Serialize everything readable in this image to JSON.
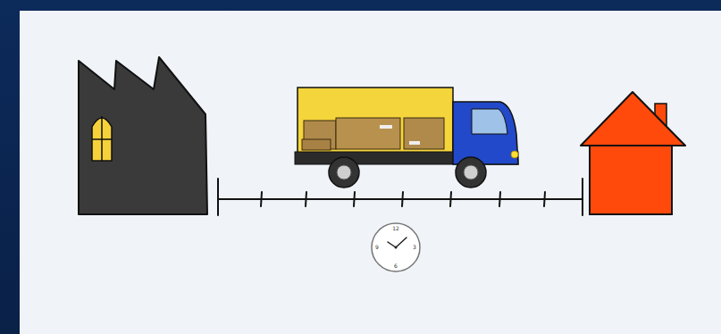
{
  "diagram": {
    "labels": [
      "12",
      "9",
      "3",
      "6"
    ]
  }
}
